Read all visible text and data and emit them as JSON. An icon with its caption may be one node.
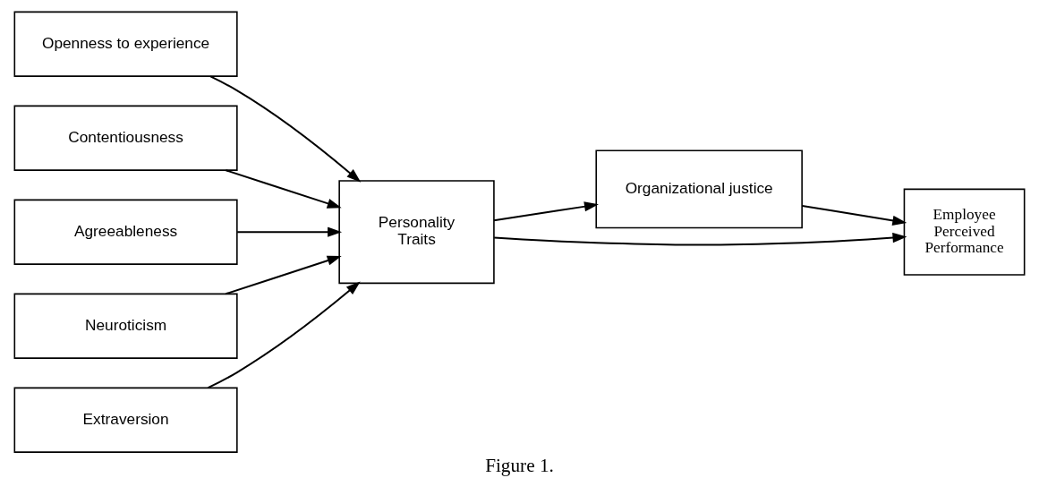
{
  "diagram": {
    "caption": "Figure 1.",
    "nodes": [
      {
        "text": [
          "Openness to experience"
        ]
      },
      {
        "text": [
          "Contentiousness"
        ]
      },
      {
        "text": [
          "Agreeableness"
        ]
      },
      {
        "text": [
          "Neuroticism"
        ]
      },
      {
        "text": [
          "Extraversion"
        ]
      },
      {
        "text": [
          "Personality Traits"
        ]
      },
      {
        "text": [
          "Organizational justice"
        ]
      },
      {
        "text": [
          "Employee Perceived Performance"
        ]
      }
    ],
    "edges": [
      {
        "from": 0,
        "to": 5,
        "arrow": "to"
      },
      {
        "from": 1,
        "to": 5,
        "arrow": "to"
      },
      {
        "from": 2,
        "to": 5,
        "arrow": "to"
      },
      {
        "from": 3,
        "to": 5,
        "arrow": "to"
      },
      {
        "from": 4,
        "to": 5,
        "arrow": "to"
      },
      {
        "from": 5,
        "to": 6,
        "arrow": "to"
      },
      {
        "from": 6,
        "to": 7,
        "arrow": "to"
      },
      {
        "from": 5,
        "to": 7,
        "arrow": "to"
      }
    ]
  }
}
